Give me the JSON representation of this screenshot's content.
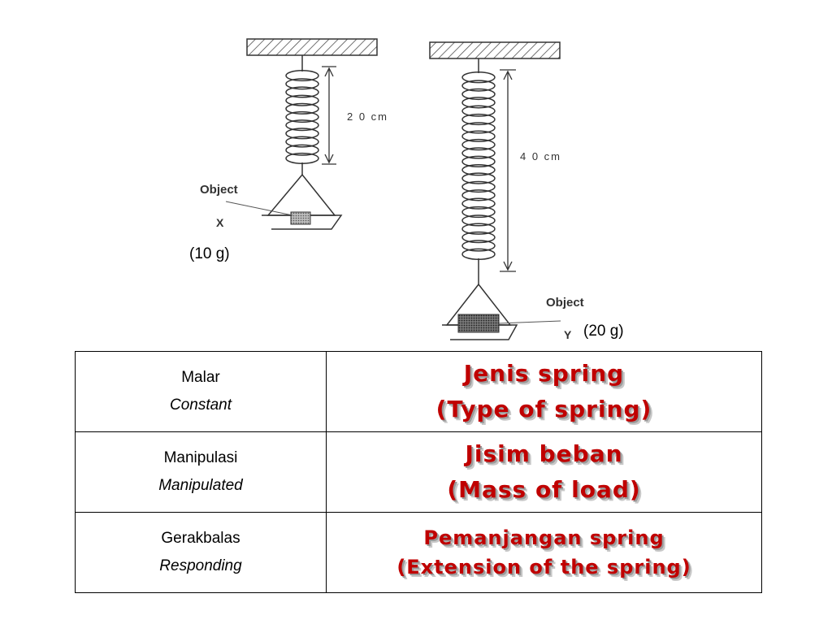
{
  "diagram": {
    "spring_x": {
      "length_label": "2 0 cm",
      "object_label": "Object",
      "letter": "X",
      "mass": "(10 g)"
    },
    "spring_y": {
      "length_label": "4 0 cm",
      "object_label": "Object",
      "letter": "Y",
      "mass": "(20 g)"
    }
  },
  "table": {
    "rows": [
      {
        "label_my": "Malar",
        "label_en": "Constant",
        "value_my": "Jenis spring",
        "value_en": "(Type of spring)"
      },
      {
        "label_my": "Manipulasi",
        "label_en": "Manipulated",
        "value_my": "Jisim beban",
        "value_en": "(Mass of load)"
      },
      {
        "label_my": "Gerakbalas",
        "label_en": "Responding",
        "value_my": "Pemanjangan spring",
        "value_en": "(Extension of the spring)"
      }
    ]
  }
}
